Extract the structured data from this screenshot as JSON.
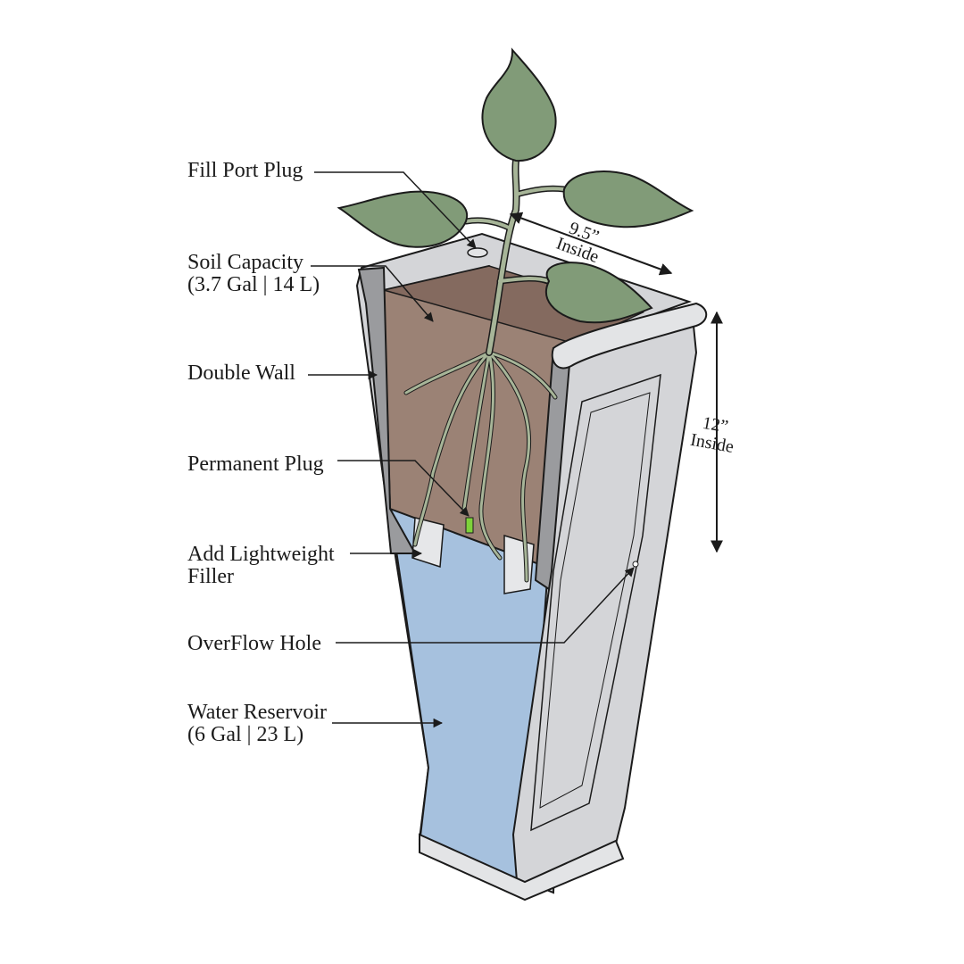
{
  "labels": {
    "fill_port_plug": "Fill Port Plug",
    "soil_capacity": "Soil Capacity",
    "soil_capacity_amount": "(3.7 Gal | 14 L)",
    "double_wall": "Double Wall",
    "permanent_plug": "Permanent Plug",
    "lightweight_filler_line1": "Add Lightweight",
    "lightweight_filler_line2": "Filler",
    "overflow_hole": "OverFlow Hole",
    "water_reservoir": "Water Reservoir",
    "water_reservoir_amount": "(6 Gal | 23 L)"
  },
  "dimensions": {
    "width_value": "9.5”",
    "width_note": "Inside",
    "height_value": "12”",
    "height_note": "Inside"
  },
  "colors": {
    "planter": "#d4d5d8",
    "planter_shadow": "#9a9b9e",
    "soil": "#9b8275",
    "soil_top": "#846a5f",
    "water": "#a6c1de",
    "leaf": "#819b78",
    "stem": "#a7b598",
    "plug": "#7ed23a",
    "outline": "#1b1b1b"
  }
}
